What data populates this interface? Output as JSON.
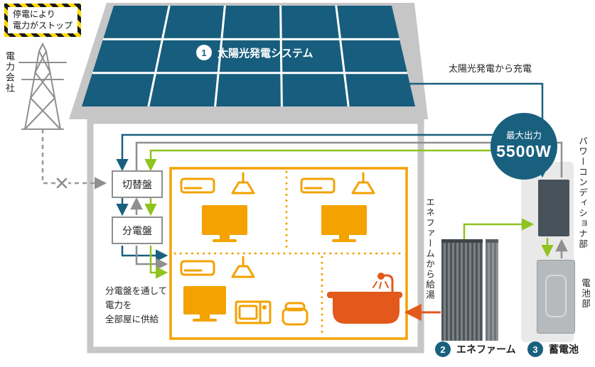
{
  "warning": {
    "line1": "停電により",
    "line2": "電力がストップ"
  },
  "power_company": {
    "label": "電力会社"
  },
  "solar": {
    "badge": "1",
    "title": "太陽光発電システム",
    "charge_label": "太陽光発電から充電"
  },
  "inverter": {
    "max_output_label": "最大出力",
    "max_output_value": "5500W",
    "unit_label": "パワーコンディショナ部",
    "battery_section_label": "電池部"
  },
  "battery": {
    "badge": "3",
    "label": "蓄電池"
  },
  "enefarm": {
    "badge": "2",
    "label": "エネファーム",
    "hot_water_label": "エネファームから給湯"
  },
  "house": {
    "switchboard_label": "切替盤",
    "distribution_label": "分電盤",
    "note": {
      "line1": "分電盤を通して",
      "line2": "電力を",
      "line3": "全部屋に供給"
    }
  },
  "colors": {
    "teal": "#19607f",
    "panel_blue": "#175d7d",
    "orange": "#f3a200",
    "green": "#8fc31f",
    "red_orange": "#e2591b",
    "gray": "#8f8f8f"
  }
}
